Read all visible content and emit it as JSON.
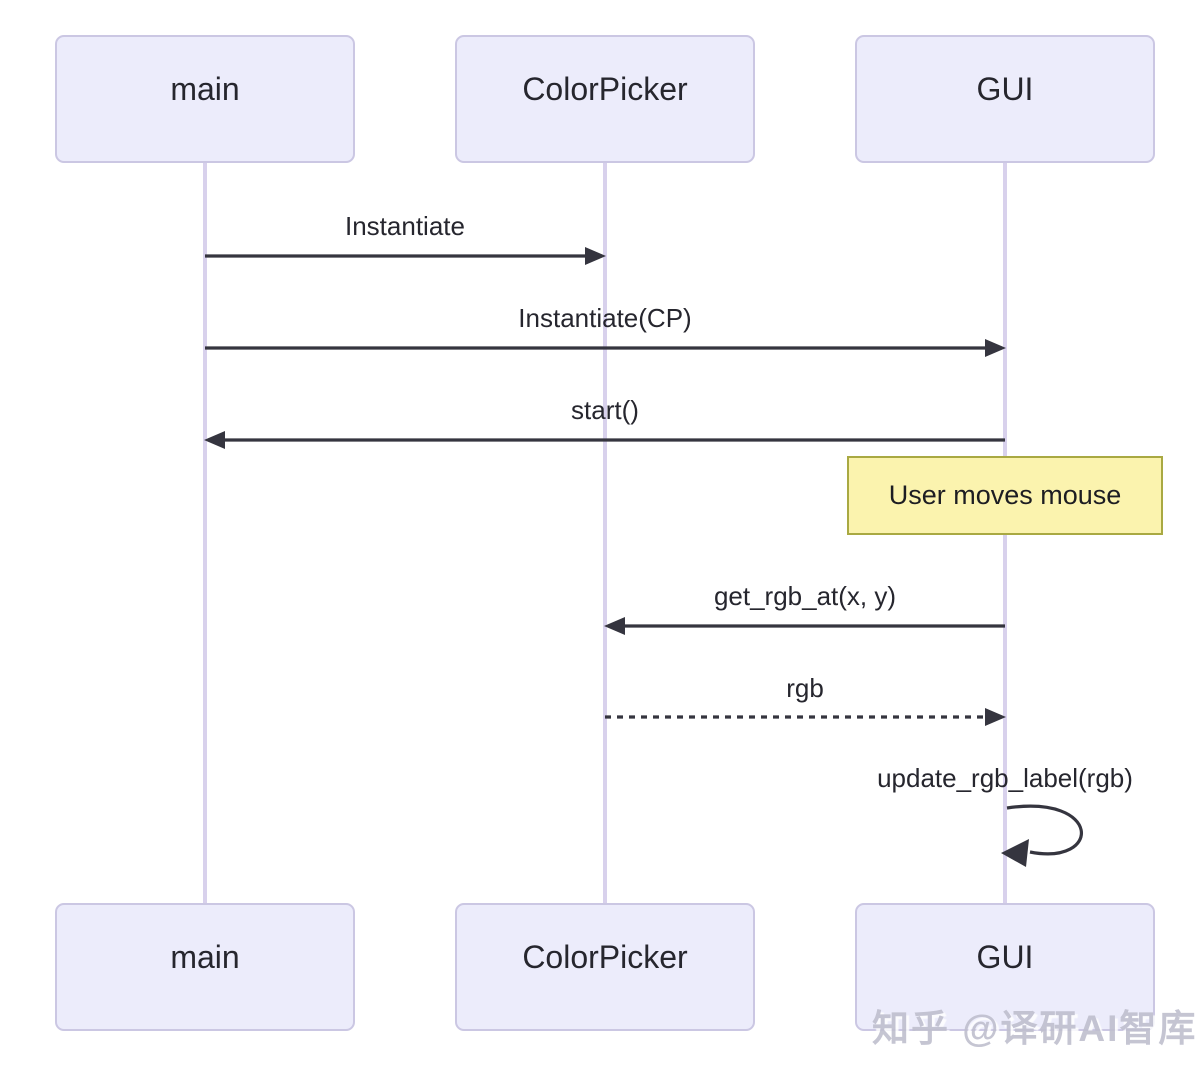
{
  "diagram": {
    "type": "sequence",
    "actors": [
      {
        "name": "main"
      },
      {
        "name": "ColorPicker"
      },
      {
        "name": "GUI"
      }
    ],
    "messages": [
      {
        "from": "main",
        "to": "ColorPicker",
        "label": "Instantiate",
        "line": "solid"
      },
      {
        "from": "main",
        "to": "GUI",
        "label": "Instantiate(CP)",
        "line": "solid"
      },
      {
        "from": "GUI",
        "to": "main",
        "label": "start()",
        "line": "solid"
      },
      {
        "from": "GUI",
        "to": "ColorPicker",
        "label": "get_rgb_at(x, y)",
        "line": "solid"
      },
      {
        "from": "ColorPicker",
        "to": "GUI",
        "label": "rgb",
        "line": "dashed"
      },
      {
        "from": "GUI",
        "to": "GUI",
        "label": "update_rgb_label(rgb)",
        "line": "self-loop"
      }
    ],
    "note": {
      "text": "User moves mouse",
      "over": "GUI"
    },
    "colors": {
      "actor_fill": "#ECECFB",
      "actor_border": "#CBC7E3",
      "lifeline": "#D8D1EC",
      "note_fill": "#FBF3AE",
      "note_border": "#A9A942",
      "arrow": "#35353F",
      "text": "#26262E",
      "watermark": "#BFBFCE",
      "bg": "#FFFFFF"
    }
  },
  "watermark": {
    "text": "知乎 @译研AI智库"
  }
}
